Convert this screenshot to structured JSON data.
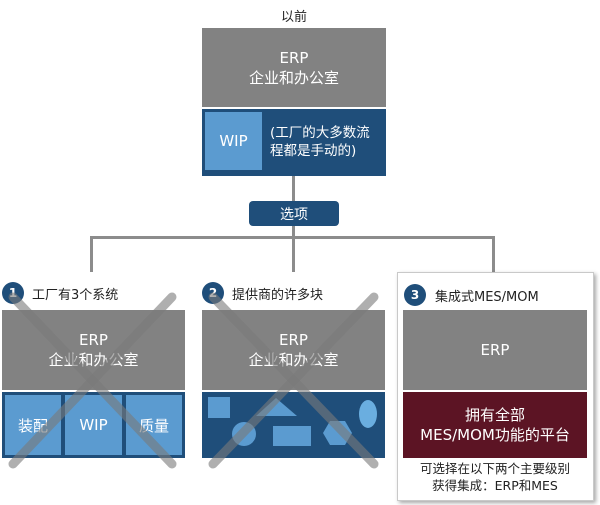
{
  "before": {
    "title": "以前",
    "erp_line1": "ERP",
    "erp_line2": "企业和办公室",
    "wip_label": "WIP",
    "note_line1": "(工厂的大多数流",
    "note_line2": "程都是手动的)"
  },
  "options_button": "选项",
  "panels": [
    {
      "number": "1",
      "label": "工厂有3个系统",
      "erp_line1": "ERP",
      "erp_line2": "企业和办公室",
      "modules": [
        "装配",
        "WIP",
        "质量"
      ],
      "crossed_out": true
    },
    {
      "number": "2",
      "label": "提供商的许多块",
      "erp_line1": "ERP",
      "erp_line2": "企业和办公室",
      "shapes": [
        "square",
        "triangle",
        "circle",
        "rectangle",
        "hexagon",
        "ellipse"
      ],
      "crossed_out": true
    },
    {
      "number": "3",
      "label": "集成式MES/MOM",
      "erp_line1": "ERP",
      "platform_line1": "拥有全部",
      "platform_line2": "MES/MOM功能的平台",
      "caption_line1": "可选择在以下两个主要级别",
      "caption_line2": "获得集成：ERP和MES",
      "crossed_out": false
    }
  ],
  "colors": {
    "erp_gray": "#828282",
    "navy": "#1f4e7a",
    "light_blue": "#5b9bd0",
    "maroon": "#5c1424",
    "connector": "#8c8c8c",
    "cross": "#9a9a9a"
  }
}
